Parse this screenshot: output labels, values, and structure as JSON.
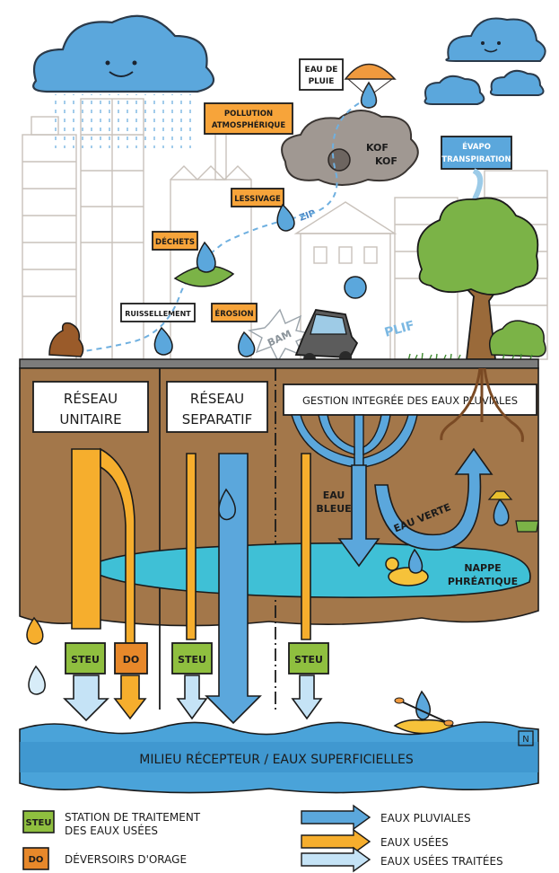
{
  "labels": {
    "eau_de_pluie": [
      "EAU DE",
      "PLUIE"
    ],
    "pollution": [
      "POLLUTION",
      "ATMOSPHÉRIQUE"
    ],
    "kof": [
      "KOF",
      "KOF"
    ],
    "evapo": [
      "ÉVAPO",
      "TRANSPIRATION"
    ],
    "lessivage": "LESSIVAGE",
    "zip": "ZIP",
    "dechets": "DÉCHETS",
    "ruissellement": "RUISSELLEMENT",
    "erosion": "ÉROSION",
    "bam": "BAM",
    "plif": "PLIF"
  },
  "networks": {
    "unitaire": [
      "RÉSEAU",
      "UNITAIRE"
    ],
    "separatif": [
      "RÉSEAU",
      "SEPARATIF"
    ],
    "gestion": "GESTION INTEGRÉE DES EAUX PLUVIALES"
  },
  "flows": {
    "eau_bleue": [
      "EAU",
      "BLEUE"
    ],
    "eau_verte": "EAU VERTE",
    "nappe": [
      "NAPPE",
      "PHRÉATIQUE"
    ]
  },
  "boxes": {
    "steu": "STEU",
    "do": "DO"
  },
  "milieu": "MILIEU RÉCEPTEUR / EAUX SUPERFICIELLES",
  "signature": "N",
  "legend": {
    "steu_key": "STEU",
    "steu_text": [
      "STATION DE TRAITEMENT",
      "DES EAUX USÉES"
    ],
    "do_key": "DO",
    "do_text": "DÉVERSOIRS D'ORAGE",
    "pluviales": "EAUX PLUVIALES",
    "usees": "EAUX USÉES",
    "traitees": "EAUX USÉES TRAITÉES"
  },
  "colors": {
    "rain_blue": "#5ba7dc",
    "wastewater_orange": "#f6ae2d",
    "treated_lightblue": "#c5e3f6",
    "steu_green": "#8fbf3f",
    "do_orange": "#e7882a",
    "soil": "#a3774a",
    "aquifer": "#3fc0d6",
    "river": "#4aa3d9",
    "label_orange": "#f7a43a"
  }
}
